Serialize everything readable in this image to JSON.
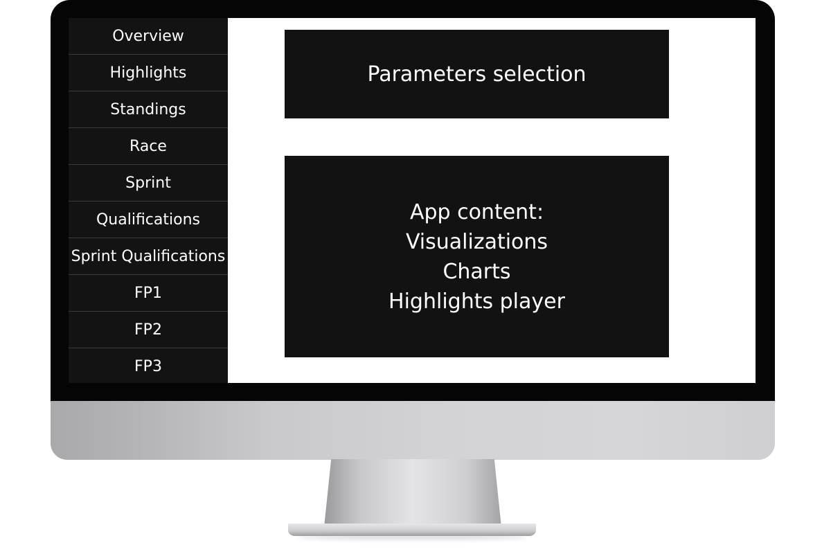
{
  "sidebar": {
    "items": [
      {
        "label": "Overview"
      },
      {
        "label": "Highlights"
      },
      {
        "label": "Standings"
      },
      {
        "label": "Race"
      },
      {
        "label": "Sprint"
      },
      {
        "label": "Qualifications"
      },
      {
        "label": "Sprint Qualifications"
      },
      {
        "label": "FP1"
      },
      {
        "label": "FP2"
      },
      {
        "label": "FP3"
      }
    ]
  },
  "parameters_panel": {
    "title": "Parameters selection"
  },
  "content_panel": {
    "lines": [
      "App content:",
      "Visualizations",
      "Charts",
      "Highlights player"
    ]
  },
  "colors": {
    "bezel": "#050505",
    "sidebar_bg": "#131313",
    "panel_bg": "#121212",
    "screen_bg": "#ffffff",
    "text": "#ffffff"
  }
}
